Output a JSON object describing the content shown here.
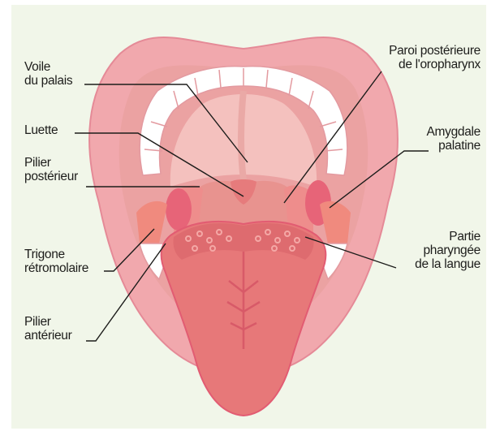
{
  "diagram": {
    "subject": "mouth-anatomy",
    "colors": {
      "background": "#f1f6e9",
      "lips": "#f1a8ad",
      "lips_inner": "#e67e8e",
      "cavity": "#eba2a2",
      "palate": "#f4c1be",
      "throat": "#e8938f",
      "tongue": "#e77879",
      "tongue_base": "#de6b6f",
      "uvula": "#e67b7c",
      "tonsil": "#e76478",
      "teeth": "#ffffff",
      "leader_lines": "#1d1d1b"
    },
    "labels": {
      "voile": "Voile\ndu palais",
      "luette": "Luette",
      "pilier_posterieur": "Pilier\npostérieur",
      "trigone": "Trigone\nrétromolaire",
      "pilier_anterieur": "Pilier\nantérieur",
      "paroi": "Paroi postérieure\nde l'oropharynx",
      "amygdale": "Amygdale\npalatine",
      "partie": "Partie\npharyngée\nde la langue"
    }
  }
}
